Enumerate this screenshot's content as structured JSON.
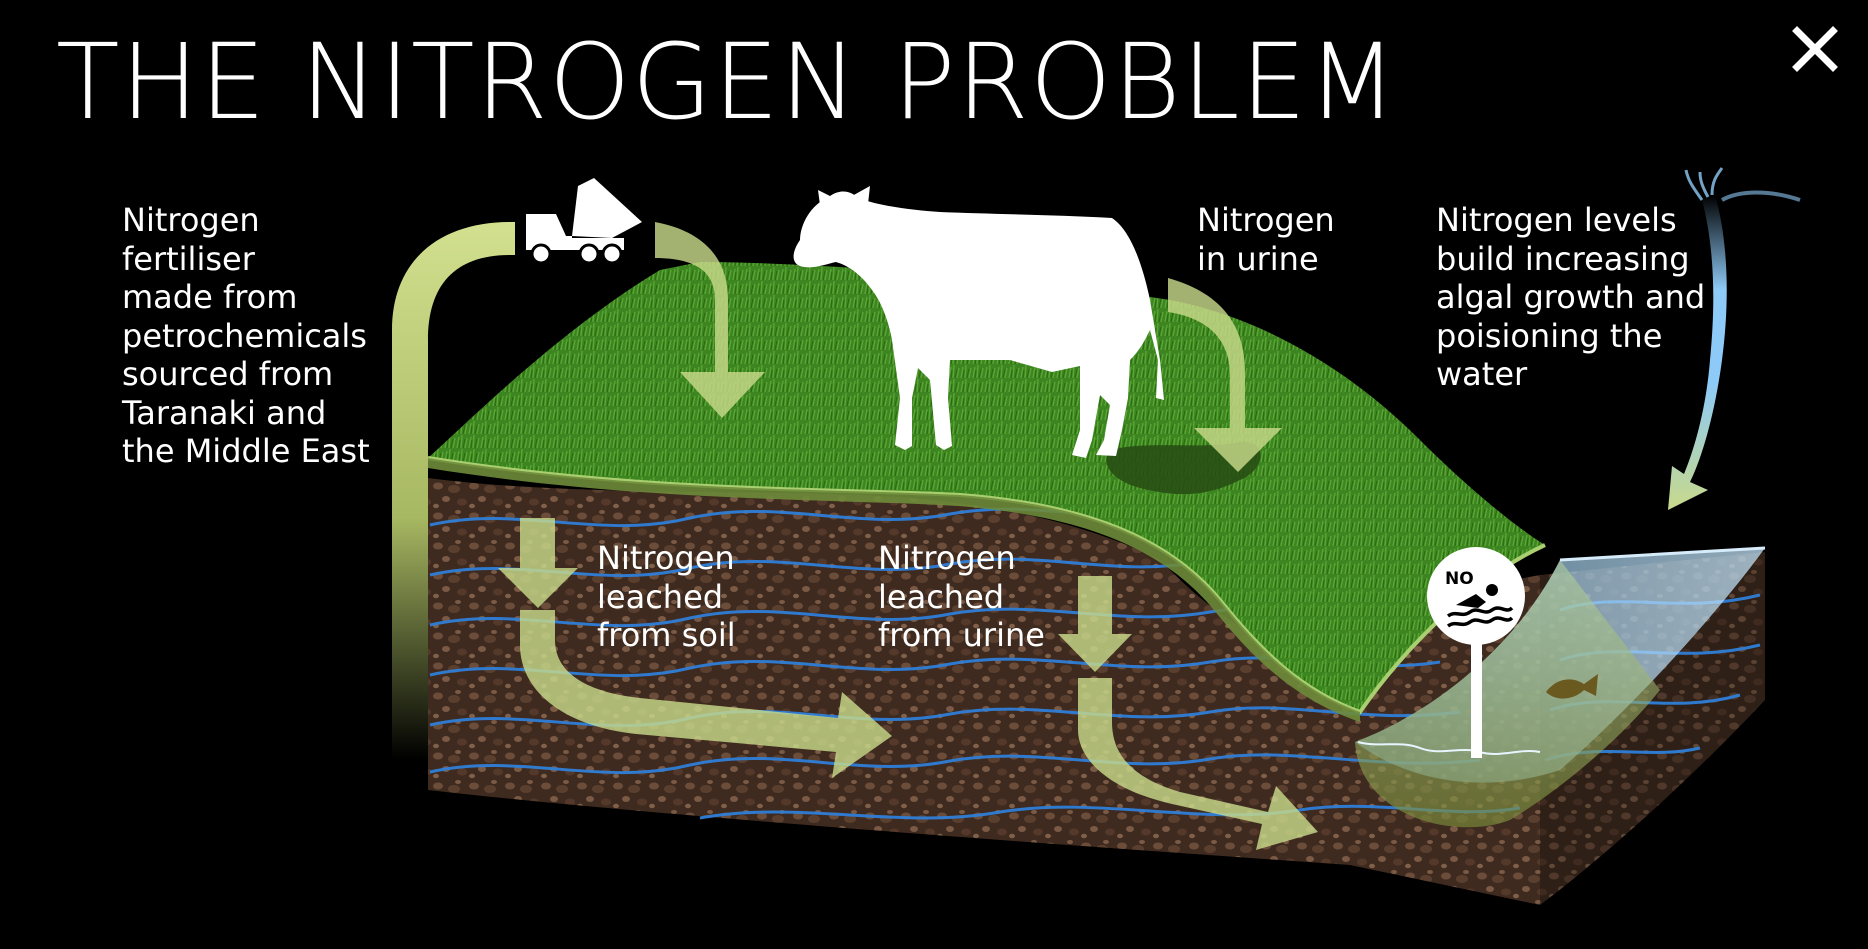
{
  "header": {
    "title": "THE NITROGEN PROBLEM"
  },
  "labels": {
    "fertiliser": [
      "Nitrogen",
      "fertiliser",
      "made from",
      "petrochemicals",
      "sourced from",
      "Taranaki and",
      "the Middle East"
    ],
    "urine": [
      "Nitrogen",
      "in urine"
    ],
    "levels": [
      "Nitrogen levels",
      "build increasing",
      "algal growth and",
      "poisioning the",
      "water"
    ],
    "leached_soil": [
      "Nitrogen",
      "leached",
      "from soil"
    ],
    "leached_urine": [
      "Nitrogen",
      "leached",
      "from urine"
    ]
  },
  "sign": {
    "text": "NO"
  },
  "colors": {
    "background": "#000000",
    "arrow": "#c8d98a",
    "grass": "#3f8a22",
    "soil": "#4a3325",
    "water_line": "#2f7fd8",
    "water": "#8ec8ee"
  },
  "icons": {
    "close": "close-icon",
    "truck": "tipper-truck-icon",
    "cow": "cow-silhouette",
    "sign": "no-swimming-icon",
    "fish": "fish-icon"
  }
}
